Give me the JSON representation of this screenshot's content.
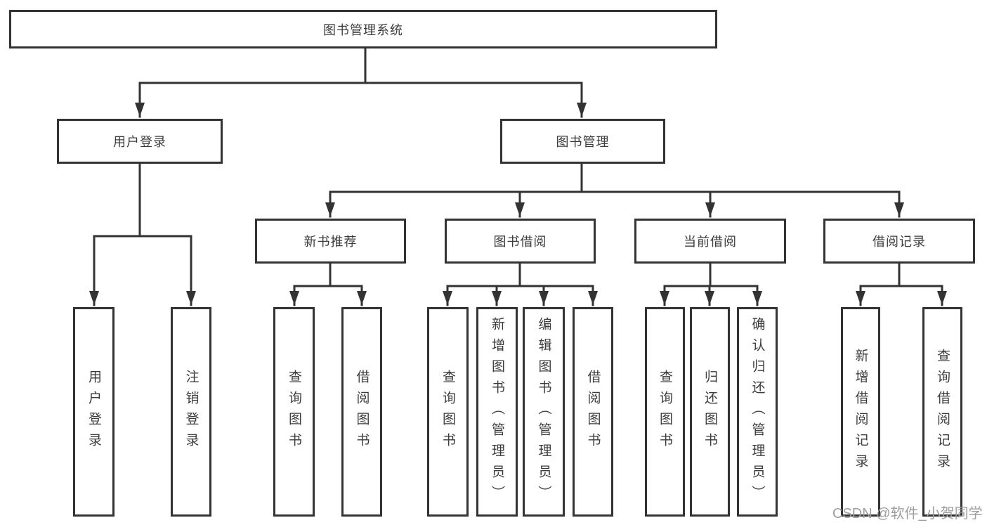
{
  "tree": {
    "label": "图书管理系统",
    "children": [
      {
        "label": "用户登录",
        "children": [
          {
            "label": "用户登录"
          },
          {
            "label": "注销登录"
          }
        ]
      },
      {
        "label": "图书管理",
        "children": [
          {
            "label": "新书推荐",
            "children": [
              {
                "label": "查询图书"
              },
              {
                "label": "借阅图书"
              }
            ]
          },
          {
            "label": "图书借阅",
            "children": [
              {
                "label": "查询图书"
              },
              {
                "label": "新增图书（管理员）"
              },
              {
                "label": "编辑图书（管理员）"
              },
              {
                "label": "借阅图书"
              }
            ]
          },
          {
            "label": "当前借阅",
            "children": [
              {
                "label": "查询图书"
              },
              {
                "label": "归还图书"
              },
              {
                "label": "确认归还（管理员）"
              }
            ]
          },
          {
            "label": "借阅记录",
            "children": [
              {
                "label": "新增借阅记录"
              },
              {
                "label": "查询借阅记录"
              }
            ]
          }
        ]
      }
    ]
  },
  "watermark": {
    "text": "CSDN @软件_小贺同学"
  },
  "colors": {
    "line": "#333333",
    "text": "#3c3c3c",
    "watermark": "#9e9e9e",
    "background": "#ffffff"
  }
}
